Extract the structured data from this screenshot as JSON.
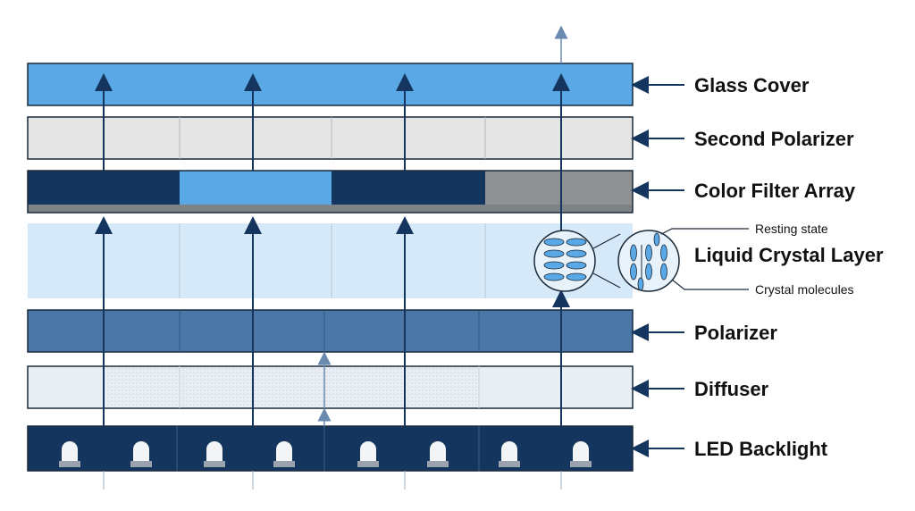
{
  "layers": [
    {
      "label": "Glass Cover",
      "color": "#5aa9e6"
    },
    {
      "label": "Second Polarizer",
      "color": "#e4e5e4"
    },
    {
      "label": "Color Filter Array",
      "colors": [
        "#14355e",
        "#5aa9e6",
        "#14355e",
        "#8e9092"
      ]
    },
    {
      "label": "Liquid Crystal Layer",
      "color": "#d6e9f8"
    },
    {
      "label": "Polarizer",
      "color": "#4a76a8"
    },
    {
      "label": "Diffuser",
      "color": "#e8eef4"
    },
    {
      "label": "LED Backlight",
      "color": "#14355e"
    }
  ],
  "callouts": {
    "resting": "Resting state",
    "molecules": "Crystal molecules"
  },
  "colors": {
    "arrow": "#14355e",
    "light_arrow": "#6a8ab0",
    "molecule": "#5aa9e6"
  }
}
